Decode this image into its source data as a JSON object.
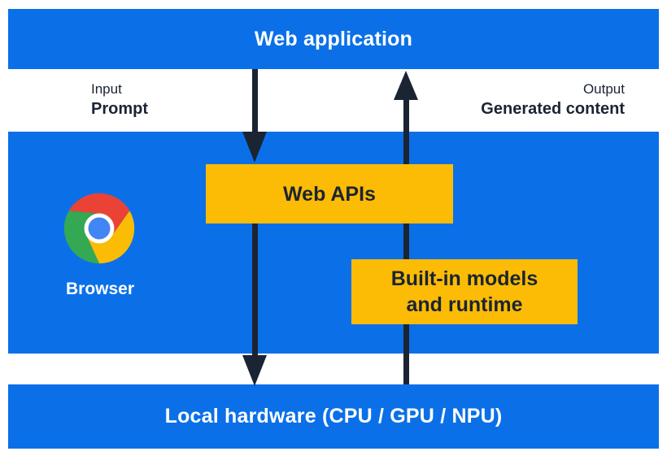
{
  "diagram": {
    "top_bar": {
      "label": "Web application"
    },
    "io_labels": {
      "input_caption": "Input",
      "input_label": "Prompt",
      "output_caption": "Output",
      "output_label": "Generated content"
    },
    "browser_panel": {
      "browser_label": "Browser",
      "web_apis_label": "Web APIs",
      "builtin_models_line1": "Built-in models",
      "builtin_models_line2": "and runtime"
    },
    "bottom_bar": {
      "label": "Local hardware (CPU / GPU / NPU)"
    },
    "arrows": {
      "input_direction": "down",
      "output_direction": "up"
    },
    "icons": {
      "chrome_logo": "chrome-icon"
    },
    "colors": {
      "panel_blue": "#0b70e8",
      "box_yellow": "#fcbc05",
      "arrow_navy": "#1b2432",
      "chrome_red": "#ea4335",
      "chrome_green": "#34a853",
      "chrome_yellow": "#fbbc05",
      "chrome_blue": "#4285f4"
    }
  }
}
